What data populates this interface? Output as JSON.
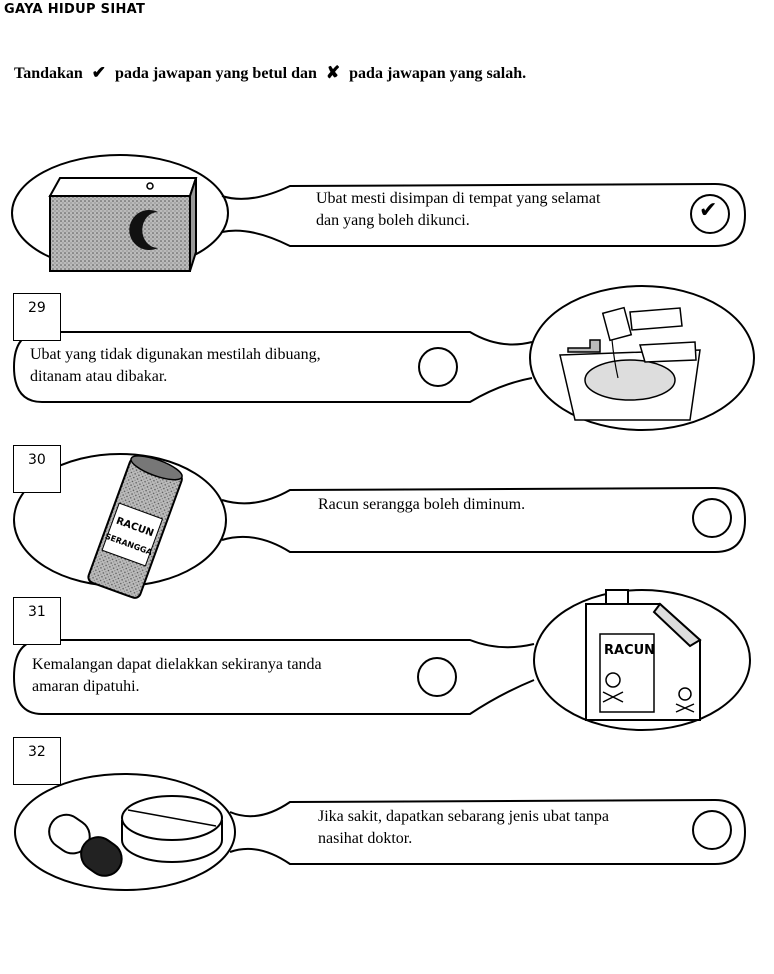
{
  "page_title": "GAYA HIDUP SIHAT",
  "instruction": {
    "before_tick": "Tandakan",
    "tick_symbol": "✔",
    "middle": "pada jawapan yang betul dan",
    "cross_symbol": "✘",
    "after_cross": "pada jawapan yang salah."
  },
  "example": {
    "line1": "Ubat mesti disimpan di tempat yang selamat",
    "line2": "dan yang boleh dikunci.",
    "answer": "✔"
  },
  "questions": [
    {
      "number": "29",
      "line1": "Ubat yang tidak digunakan mestilah dibuang,",
      "line2": "ditanam atau dibakar."
    },
    {
      "number": "30",
      "line1": "Racun serangga boleh diminum.",
      "line2": ""
    },
    {
      "number": "31",
      "line1": "Kemalangan dapat dielakkan sekiranya tanda",
      "line2": "amaran dipatuhi."
    },
    {
      "number": "32",
      "line1": "Jika sakit, dapatkan sebarang jenis ubat tanpa",
      "line2": "nasihat doktor."
    }
  ],
  "image_labels": {
    "insecticide_can": "RACUN SERANGGA",
    "poison_jerrycan": "RACUN"
  }
}
